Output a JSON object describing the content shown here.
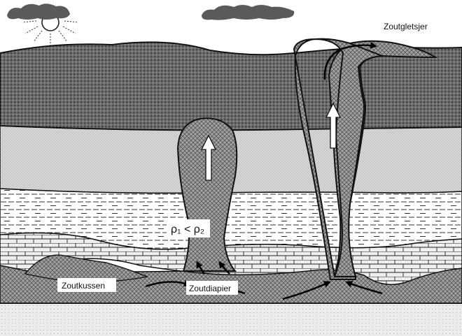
{
  "labels": {
    "salt_glacier": "Zoutgletsjer",
    "salt_pillow": "Zoutkussen",
    "salt_diapir": "Zoutdiapier",
    "density_relation": "ρ₁ < ρ₂"
  },
  "colors": {
    "sky": "#ffffff",
    "top_layer": "#6e6e6e",
    "sand_layer": "#d9d9d9",
    "shale_layer": "#ffffff",
    "limestone_layer": "#ececec",
    "salt": "#9a9a9a",
    "bottom_layer": "#e6e6e6",
    "cloud": "#5a5a5a",
    "outline": "#111111"
  },
  "icons": [
    "sun-icon",
    "cloud-icon",
    "upward-arrow-icon",
    "flow-arrow-icon"
  ]
}
